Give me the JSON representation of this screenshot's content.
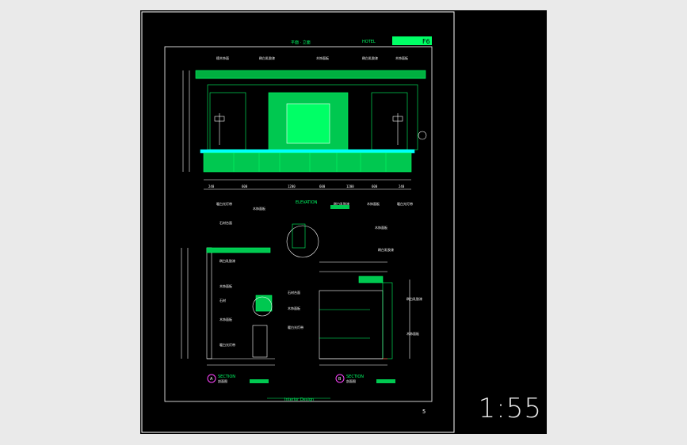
{
  "sheet": {
    "header_left": "平面 · 立面",
    "header_mid": "HOTEL",
    "header_code": "F6",
    "footer": "Interior Design",
    "page_number": "5",
    "scale": "1:55"
  },
  "elevation": {
    "title": "ELEVATION",
    "top_notes": [
      "檀木饰面",
      "刷白乳胶漆",
      "木饰面板",
      "刷白乳胶漆",
      "木饰面板"
    ],
    "bottom_notes": [
      "暖白光灯带",
      "木饰面板",
      "刷白乳胶漆",
      "木饰面板",
      "暖白光灯带"
    ],
    "dims": [
      "240",
      "600",
      "1200",
      "600",
      "1200",
      "600",
      "240"
    ]
  },
  "section_a": {
    "marker": "A",
    "title": "SECTION",
    "sub": "剖面图",
    "notes": [
      "石材台面",
      "刷白乳胶漆",
      "木饰面板",
      "石材",
      "木饰面板",
      "暖白光灯带"
    ]
  },
  "section_b": {
    "marker": "B",
    "title": "SECTION",
    "sub": "剖面图",
    "notes": [
      "木饰面板",
      "刷白乳胶漆",
      "石材台面",
      "木饰面板",
      "暖白光灯带",
      "刷白乳胶漆",
      "木饰面板"
    ]
  },
  "colors": {
    "line": "#00ff66",
    "frame": "#ffffff",
    "fill": "#00c850",
    "accent": "#00ffff"
  }
}
